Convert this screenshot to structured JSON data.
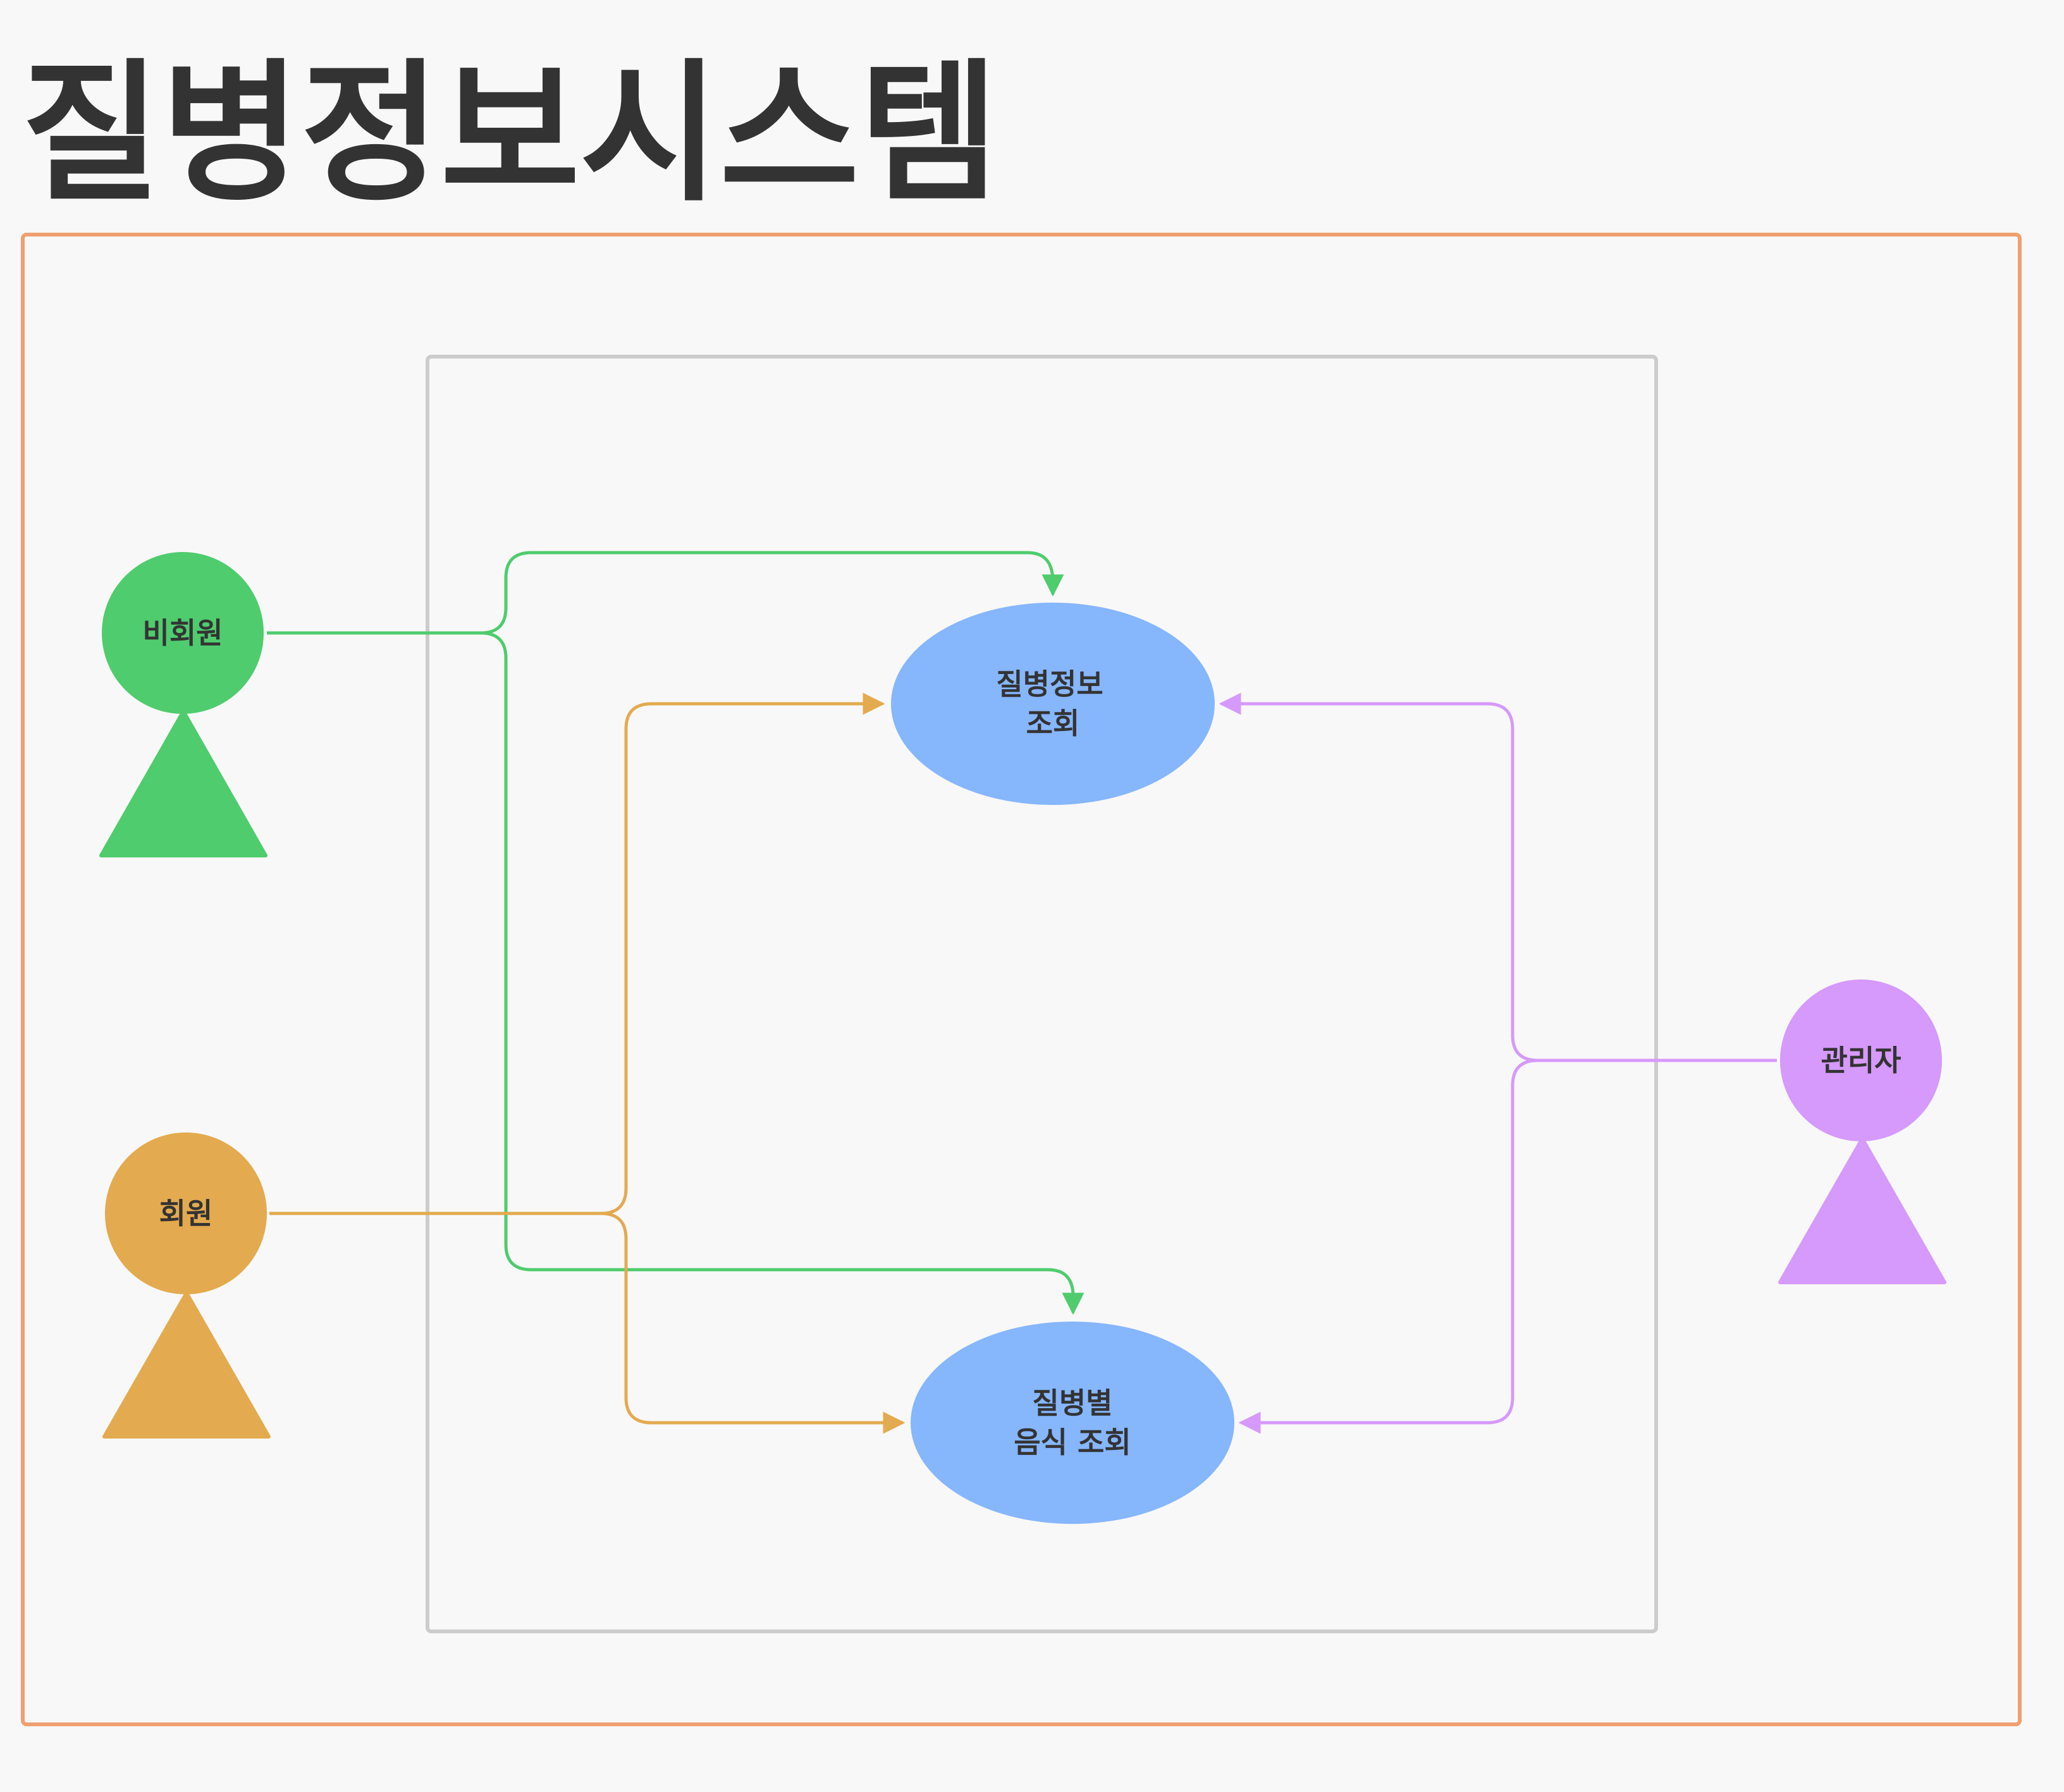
{
  "title": "질병정보시스템",
  "colors": {
    "background": "#f8f8f8",
    "outer_frame": "#f0a070",
    "system_boundary": "#cccccc",
    "non_member": "#4fcc6d",
    "member": "#e3aa4f",
    "admin": "#d699fc",
    "usecase_fill": "#86b6fc",
    "text": "#333333"
  },
  "actors": {
    "non_member": {
      "label": "비회원"
    },
    "member": {
      "label": "회원"
    },
    "admin": {
      "label": "관리자"
    }
  },
  "use_cases": {
    "disease_info": {
      "line1": "질병정보",
      "line2": "조회"
    },
    "disease_food": {
      "line1": "질병별",
      "line2": "음식 조회"
    }
  },
  "associations": [
    {
      "from": "비회원",
      "to": "질병정보 조회"
    },
    {
      "from": "비회원",
      "to": "질병별 음식 조회"
    },
    {
      "from": "회원",
      "to": "질병정보 조회"
    },
    {
      "from": "회원",
      "to": "질병별 음식 조회"
    },
    {
      "from": "관리자",
      "to": "질병정보 조회"
    },
    {
      "from": "관리자",
      "to": "질병별 음식 조회"
    }
  ]
}
